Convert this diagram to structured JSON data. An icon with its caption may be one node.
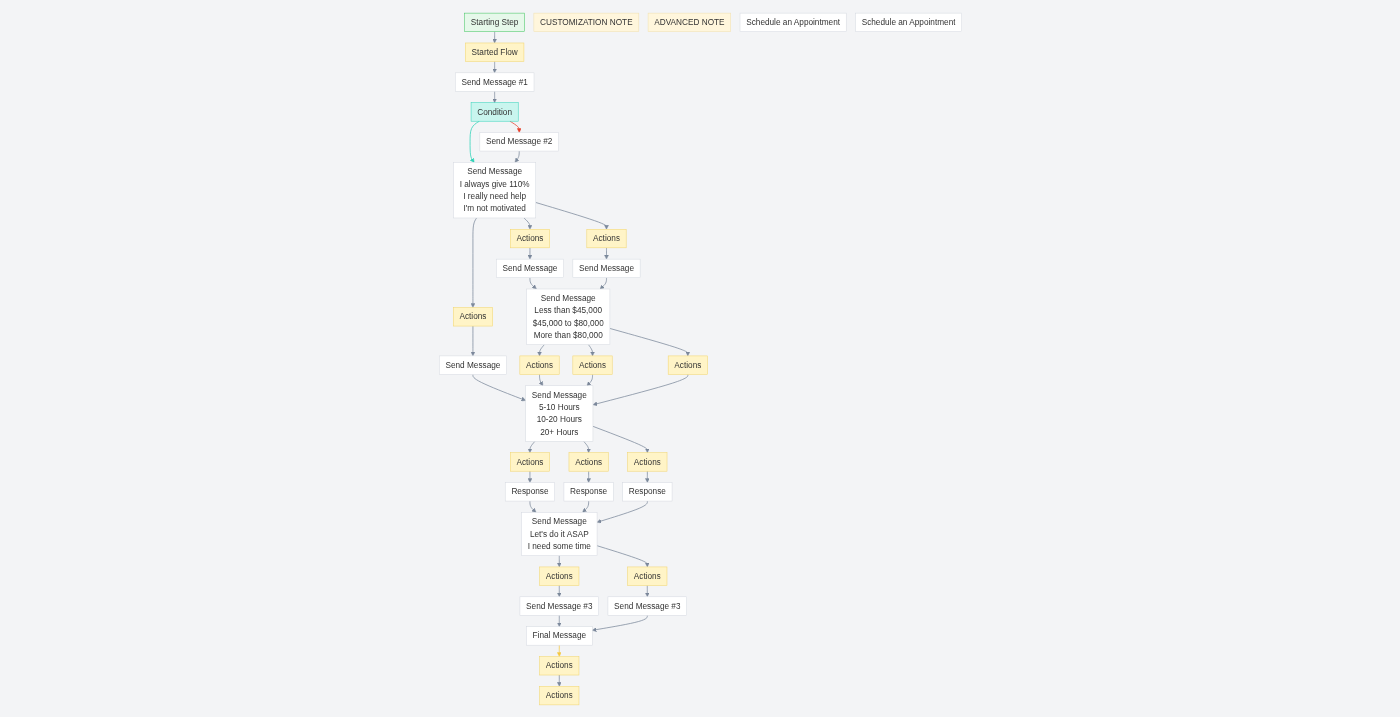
{
  "diagram": {
    "nodes": [
      {
        "text": [
          "Starting Step"
        ]
      },
      {
        "text": [
          "Started Flow"
        ]
      },
      {
        "text": [
          "Send Message #1"
        ]
      },
      {
        "text": [
          "Condition"
        ]
      },
      {
        "text": [
          "Send Message #2"
        ]
      },
      {
        "text": [
          "Send Message",
          "I always give 110%",
          "I really need help",
          "I'm not motivated"
        ]
      },
      {
        "text": [
          "Actions"
        ]
      },
      {
        "text": [
          "Actions"
        ]
      },
      {
        "text": [
          "Actions"
        ]
      },
      {
        "text": [
          "Send Message"
        ]
      },
      {
        "text": [
          "Send Message"
        ]
      },
      {
        "text": [
          "Send Message"
        ]
      },
      {
        "text": [
          "Send Message",
          "Less than $45,000",
          "$45,000 to $80,000",
          "More than $80,000"
        ]
      },
      {
        "text": [
          "Actions"
        ]
      },
      {
        "text": [
          "Actions"
        ]
      },
      {
        "text": [
          "Actions"
        ]
      },
      {
        "text": [
          "Send Message",
          "5-10 Hours",
          "10-20 Hours",
          "20+ Hours"
        ]
      },
      {
        "text": [
          "CUSTOMIZATION NOTE"
        ]
      },
      {
        "text": [
          "ADVANCED NOTE"
        ]
      },
      {
        "text": [
          "Actions"
        ]
      },
      {
        "text": [
          "Actions"
        ]
      },
      {
        "text": [
          "Actions"
        ]
      },
      {
        "text": [
          "Response"
        ]
      },
      {
        "text": [
          "Response"
        ]
      },
      {
        "text": [
          "Response"
        ]
      },
      {
        "text": [
          "Send Message",
          "Let's do it ASAP",
          "I need some time"
        ]
      },
      {
        "text": [
          "Actions"
        ]
      },
      {
        "text": [
          "Actions"
        ]
      },
      {
        "text": [
          "Send Message #3"
        ]
      },
      {
        "text": [
          "Send Message #3"
        ]
      },
      {
        "text": [
          "Final Message"
        ]
      },
      {
        "text": [
          "Actions"
        ]
      },
      {
        "text": [
          "Actions"
        ]
      },
      {
        "text": [
          "Schedule an Appointment"
        ]
      },
      {
        "text": [
          "Schedule an Appointment"
        ]
      }
    ],
    "edges": [
      {
        "from": 0,
        "to": 1,
        "arrow": "to"
      },
      {
        "from": 1,
        "to": 2,
        "arrow": "to"
      },
      {
        "from": 2,
        "to": 3,
        "arrow": "to"
      },
      {
        "from": 3,
        "to": 5,
        "arrow": "to",
        "color": "#2ed3b7"
      },
      {
        "from": 3,
        "to": 4,
        "arrow": "to",
        "color": "#e8402c"
      },
      {
        "from": 4,
        "to": 5,
        "arrow": "to"
      },
      {
        "from": 5,
        "to": 6,
        "arrow": "to"
      },
      {
        "from": 5,
        "to": 7,
        "arrow": "to"
      },
      {
        "from": 5,
        "to": 8,
        "arrow": "to"
      },
      {
        "from": 6,
        "to": 9,
        "arrow": "to"
      },
      {
        "from": 7,
        "to": 10,
        "arrow": "to"
      },
      {
        "from": 8,
        "to": 11,
        "arrow": "to"
      },
      {
        "from": 9,
        "to": 12,
        "arrow": "to"
      },
      {
        "from": 10,
        "to": 12,
        "arrow": "to"
      },
      {
        "from": 11,
        "to": 16,
        "arrow": "to"
      },
      {
        "from": 12,
        "to": 13,
        "arrow": "to"
      },
      {
        "from": 12,
        "to": 14,
        "arrow": "to"
      },
      {
        "from": 12,
        "to": 15,
        "arrow": "to"
      },
      {
        "from": 13,
        "to": 16,
        "arrow": "to"
      },
      {
        "from": 14,
        "to": 16,
        "arrow": "to"
      },
      {
        "from": 15,
        "to": 16,
        "arrow": "to"
      },
      {
        "from": 16,
        "to": 19,
        "arrow": "to"
      },
      {
        "from": 16,
        "to": 20,
        "arrow": "to"
      },
      {
        "from": 16,
        "to": 21,
        "arrow": "to"
      },
      {
        "from": 19,
        "to": 22,
        "arrow": "to"
      },
      {
        "from": 20,
        "to": 23,
        "arrow": "to"
      },
      {
        "from": 21,
        "to": 24,
        "arrow": "to"
      },
      {
        "from": 22,
        "to": 25,
        "arrow": "to"
      },
      {
        "from": 23,
        "to": 25,
        "arrow": "to"
      },
      {
        "from": 24,
        "to": 25,
        "arrow": "to"
      },
      {
        "from": 25,
        "to": 26,
        "arrow": "to"
      },
      {
        "from": 25,
        "to": 27,
        "arrow": "to"
      },
      {
        "from": 26,
        "to": 28,
        "arrow": "to"
      },
      {
        "from": 27,
        "to": 29,
        "arrow": "to"
      },
      {
        "from": 28,
        "to": 30,
        "arrow": "to"
      },
      {
        "from": 29,
        "to": 30,
        "arrow": "to"
      },
      {
        "from": 30,
        "to": 31,
        "arrow": "to",
        "color": "#f5c842"
      },
      {
        "from": 31,
        "to": 32,
        "arrow": "to"
      }
    ]
  }
}
